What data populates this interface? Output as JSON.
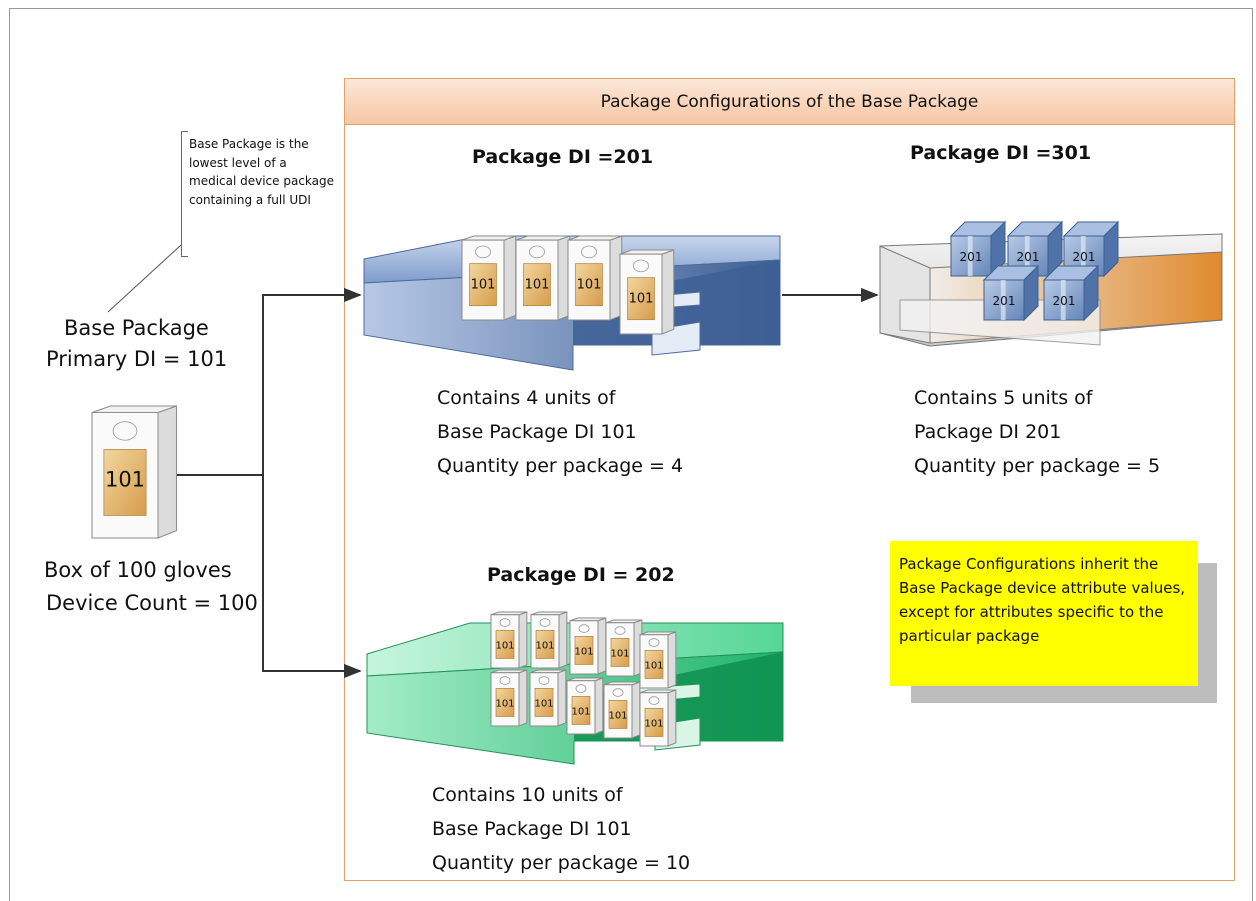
{
  "config_title": "Package Configurations of the Base Package",
  "note": "Base Package is the lowest level of a medical device package containing a full UDI",
  "base": {
    "title_line1": "Base Package",
    "title_line2": "Primary DI = 101",
    "box_label": "101",
    "caption_line1": "Box of 100 gloves",
    "caption_line2": "Device Count = 100"
  },
  "pkg201": {
    "title": "Package DI =201",
    "item_label": "101",
    "unit_count": 4,
    "caption_line1": "Contains 4 units of",
    "caption_line2": "Base Package DI 101",
    "caption_line3": "Quantity per package = 4"
  },
  "pkg301": {
    "title": "Package DI =301",
    "item_label": "201",
    "unit_count": 5,
    "caption_line1": "Contains 5 units of",
    "caption_line2": "Package DI 201",
    "caption_line3": "Quantity per package = 5"
  },
  "pkg202": {
    "title": "Package DI = 202",
    "item_label": "101",
    "unit_count": 10,
    "caption_line1": "Contains 10 units of",
    "caption_line2": "Base Package DI 101",
    "caption_line3": "Quantity per package = 10"
  },
  "inherit_note": "Package Configurations inherit the Base Package device attribute values, except for attributes specific to the particular package",
  "colors": {
    "tray_blue": "#3d5f94",
    "tray_green": "#1aa35e",
    "tray_grey": "#d9d9d9",
    "box_label": "#e2b26a",
    "note_yellow": "#ffff00",
    "header_peach": "#f9d3b6"
  }
}
